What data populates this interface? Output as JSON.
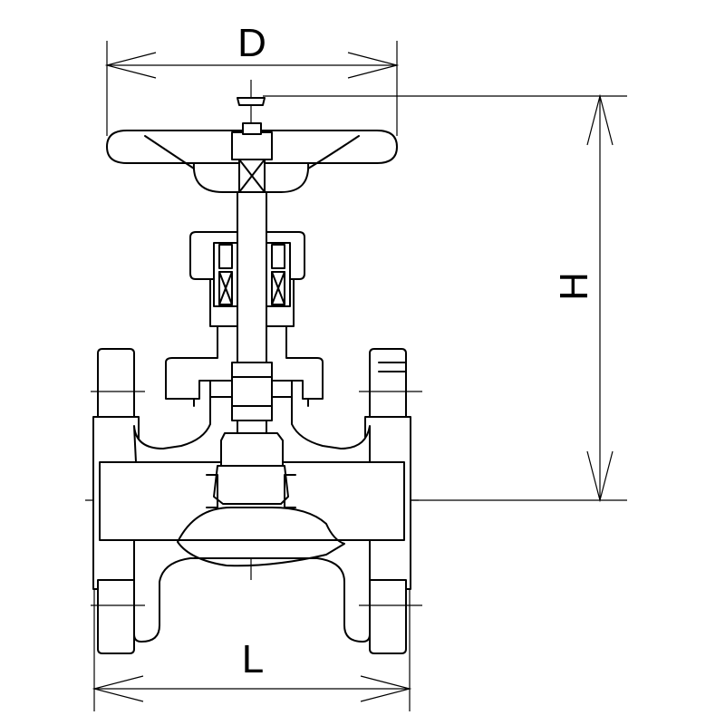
{
  "diagram": {
    "dimensions": {
      "diameter_label": "D",
      "height_label": "H",
      "length_label": "L"
    },
    "colors": {
      "line": "#000000",
      "background": "#ffffff"
    }
  }
}
